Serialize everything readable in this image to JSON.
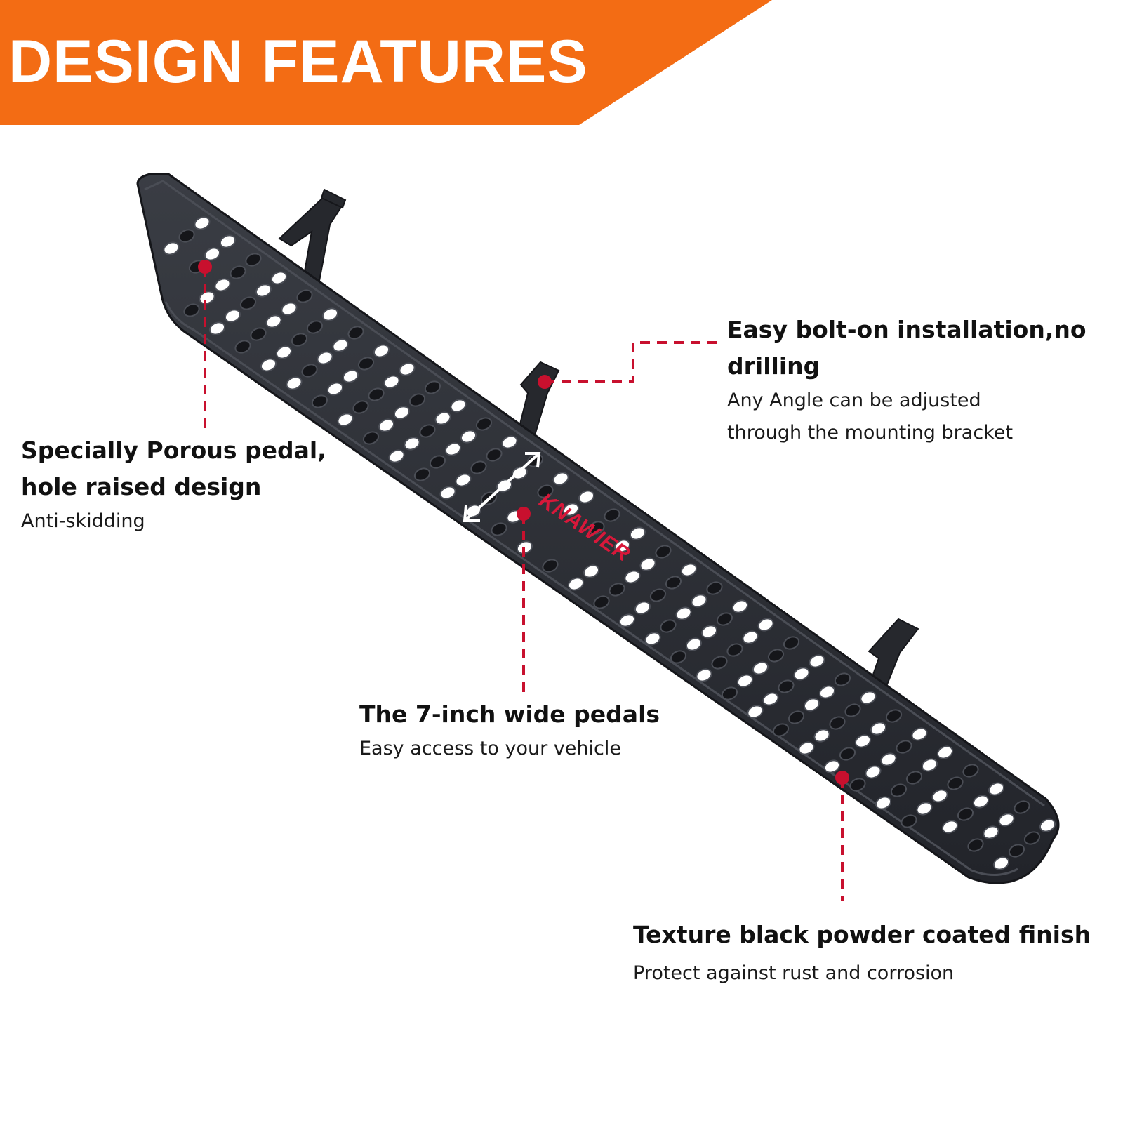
{
  "banner": {
    "title": "DESIGN FEATURES",
    "color": "#f36c14"
  },
  "product": {
    "brand_logo": "KNAWIER",
    "finish_color": "#2b2d33",
    "accent_color": "#c8102e"
  },
  "callouts": {
    "bolt_on": {
      "heading_line1": "Easy bolt-on installation,no",
      "heading_line2": "drilling",
      "desc_line1": "Any Angle can be adjusted",
      "desc_line2": "through the mounting bracket"
    },
    "porous": {
      "heading_line1": "Specially Porous pedal,",
      "heading_line2": "hole raised design",
      "desc_line1": "Anti-skidding"
    },
    "wide": {
      "heading_line1": "The 7-inch wide pedals",
      "desc_line1": "Easy access to your vehicle"
    },
    "finish": {
      "heading_line1": "Texture black powder coated finish",
      "desc_line1": "Protect against rust and corrosion"
    }
  }
}
